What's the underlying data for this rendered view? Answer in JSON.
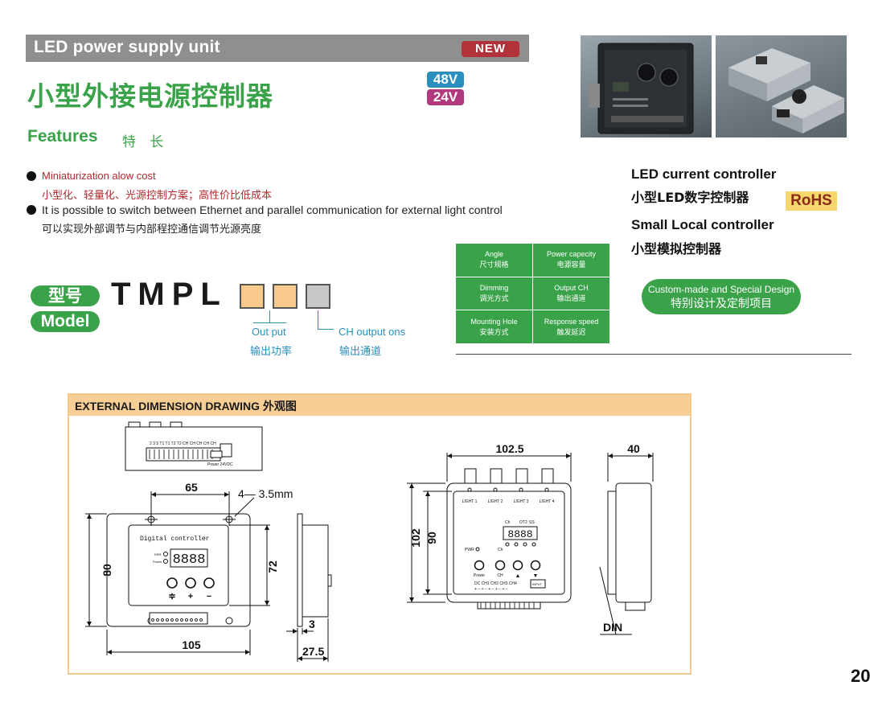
{
  "header": {
    "title_en": "LED power supply unit",
    "new_badge": "NEW",
    "title_cn": "小型外接电源控制器",
    "voltage_48": "48V",
    "voltage_24": "24V"
  },
  "features": {
    "heading": "Features",
    "heading_cn": "特 长",
    "items": [
      {
        "en": "Miniaturization alow cost",
        "cn": "小型化、轻量化、光源控制方案；高性价比低成本"
      },
      {
        "en": "It is possible to switch between Ethernet and parallel communication for external light control",
        "cn": "可以实现外部调节与内部程控通信调节光源亮度"
      }
    ]
  },
  "side": {
    "label_1": "LED current controller",
    "label_1_cn": "小型LED数字控制器",
    "rohs": "RoHS",
    "label_2": "Small Local controller",
    "label_2_cn": "小型模拟控制器",
    "custom_en": "Custom-made and Special Design",
    "custom_cn": "特别设计及定制项目"
  },
  "model": {
    "badge_cn": "型号",
    "badge_en": "Model",
    "code": "TMPL",
    "output_label": "Out put",
    "output_label_cn": "输出功率",
    "ch_label": "CH output ons",
    "ch_label_cn": "输出通道"
  },
  "spec_table": [
    {
      "en": "Angle",
      "cn": "尺寸规格"
    },
    {
      "en": "Power capecity",
      "cn": "电源容量"
    },
    {
      "en": "Dimming",
      "cn": "调光方式"
    },
    {
      "en": "Output CH",
      "cn": "输出通道"
    },
    {
      "en": "Mounting Hole",
      "cn": "安装方式"
    },
    {
      "en": "Response speed",
      "cn": "触发延迟"
    }
  ],
  "drawing": {
    "heading": "EXTERNAL DIMENSION DRAWING 外观图",
    "left": {
      "dim_65": "65",
      "holes": "4— 3.5mm",
      "dim_80": "80",
      "dim_72": "72",
      "dim_105": "105",
      "dim_3": "3",
      "dim_27_5": "27.5",
      "panel_title": "Digital controller",
      "led_err": "ERR",
      "led_power": "Power",
      "display": "8888",
      "btn_labels": [
        "≑",
        "+",
        "−"
      ],
      "top_terminal": "2 3 5   T1 T1 T2 T2 CH CH CH CH CH",
      "power_label": "Power 24VDC"
    },
    "right": {
      "dim_102_5": "102.5",
      "dim_102": "102",
      "dim_90": "90",
      "dim_40": "40",
      "din": "DIN",
      "lights": [
        "LIGHT 1",
        "LIGHT 2",
        "LIGHT 3",
        "LIGHT 4"
      ],
      "ch_label": "Ch",
      "ot2": "OT2",
      "ss": "SS",
      "display": "8888",
      "pwr": "PWR",
      "ch_leds": "Ch",
      "btn_power": "Power",
      "btn_ch": "CH",
      "btn_up": "▲",
      "btn_down": "▼",
      "bottom": "DC  CH1 CH2 CH3 CH4",
      "bottom_sign": "+ − + − + − + − + −",
      "input_note": "INPUT"
    }
  },
  "page_number": "20"
}
